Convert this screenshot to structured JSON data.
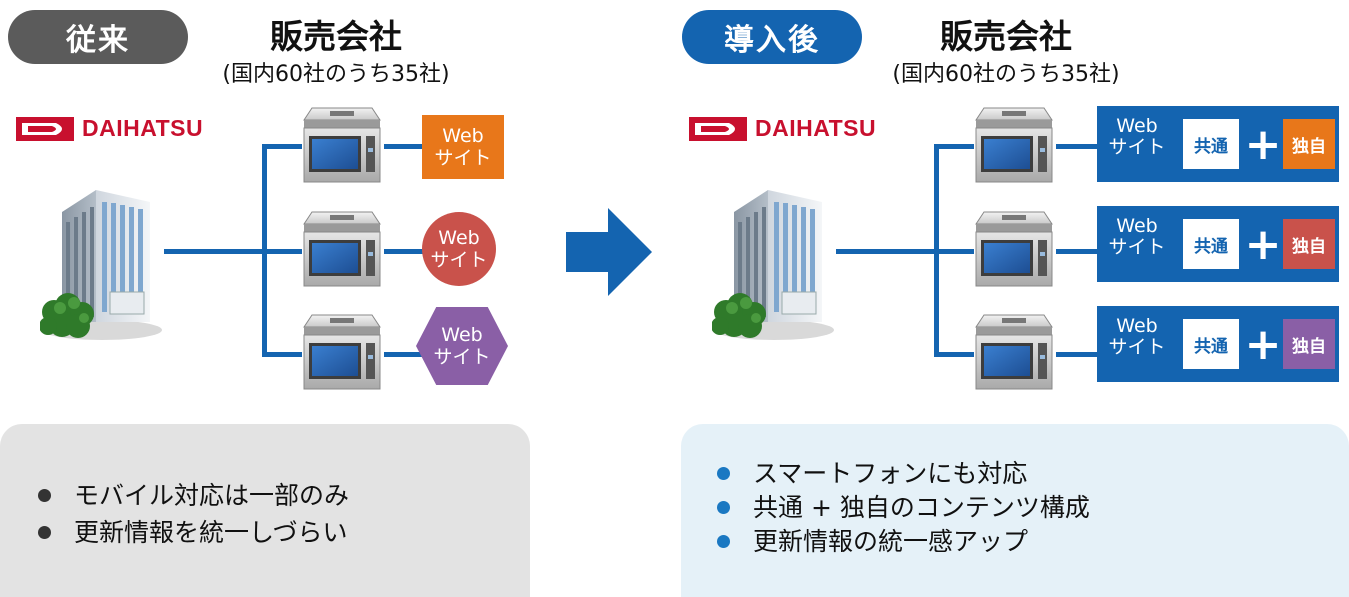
{
  "before": {
    "label": "従来",
    "company_title": "販売会社",
    "company_sub": "(国内60社のうち35社)",
    "logo_text": "DAIHATSU",
    "sites": [
      {
        "line1": "Web",
        "line2": "サイト",
        "color": "#e8771a",
        "shape": "square"
      },
      {
        "line1": "Web",
        "line2": "サイト",
        "color": "#c9524b",
        "shape": "circle"
      },
      {
        "line1": "Web",
        "line2": "サイト",
        "color": "#8a5fa6",
        "shape": "hexagon"
      }
    ],
    "points": [
      "モバイル対応は一部のみ",
      "更新情報を統一しづらい"
    ]
  },
  "after": {
    "label": "導入後",
    "company_title": "販売会社",
    "company_sub": "(国内60社のうち35社)",
    "logo_text": "DAIHATSU",
    "sites": [
      {
        "line1": "Web",
        "line2": "サイト",
        "common": "共通",
        "plus": "+",
        "own": "独自",
        "own_color": "#e8771a"
      },
      {
        "line1": "Web",
        "line2": "サイト",
        "common": "共通",
        "plus": "+",
        "own": "独自",
        "own_color": "#c9524b"
      },
      {
        "line1": "Web",
        "line2": "サイト",
        "common": "共通",
        "plus": "+",
        "own": "独自",
        "own_color": "#8a5fa6"
      }
    ],
    "points": [
      "スマートフォンにも対応",
      "共通 + 独自のコンテンツ構成",
      "更新情報の統一感アップ"
    ]
  },
  "colors": {
    "brand_red": "#c8102e",
    "accent_blue": "#1464b0",
    "before_gray": "#5b5b5b"
  },
  "icons": [
    "daihatsu-logo-icon",
    "office-building-icon",
    "server-icon",
    "right-arrow-icon"
  ]
}
